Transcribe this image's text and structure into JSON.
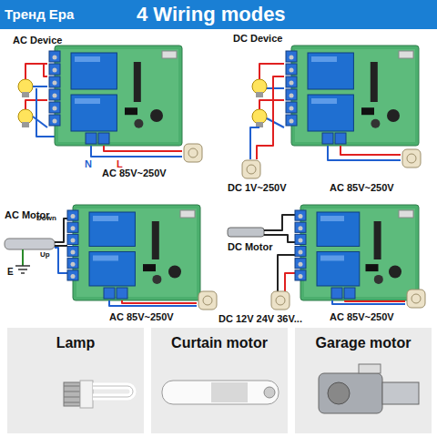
{
  "diagram": {
    "title": "4 Wiring modes",
    "nodes": [
      {
        "text": [
          "Lamp"
        ]
      },
      {
        "text": [
          "Curtain motor"
        ]
      },
      {
        "text": [
          "Garage motor"
        ]
      }
    ],
    "labels": [
      "Тренд Ера",
      "AC Device",
      "N",
      "L",
      "AC 85V~250V",
      "DC Device",
      "DC 1V~250V",
      "AC 85V~250V",
      "AC Motor",
      "Down",
      "Up",
      "E",
      "AC 85V~250V",
      "DC Motor",
      "DC 12V 24V 36V...",
      "AC 85V~250V"
    ]
  }
}
